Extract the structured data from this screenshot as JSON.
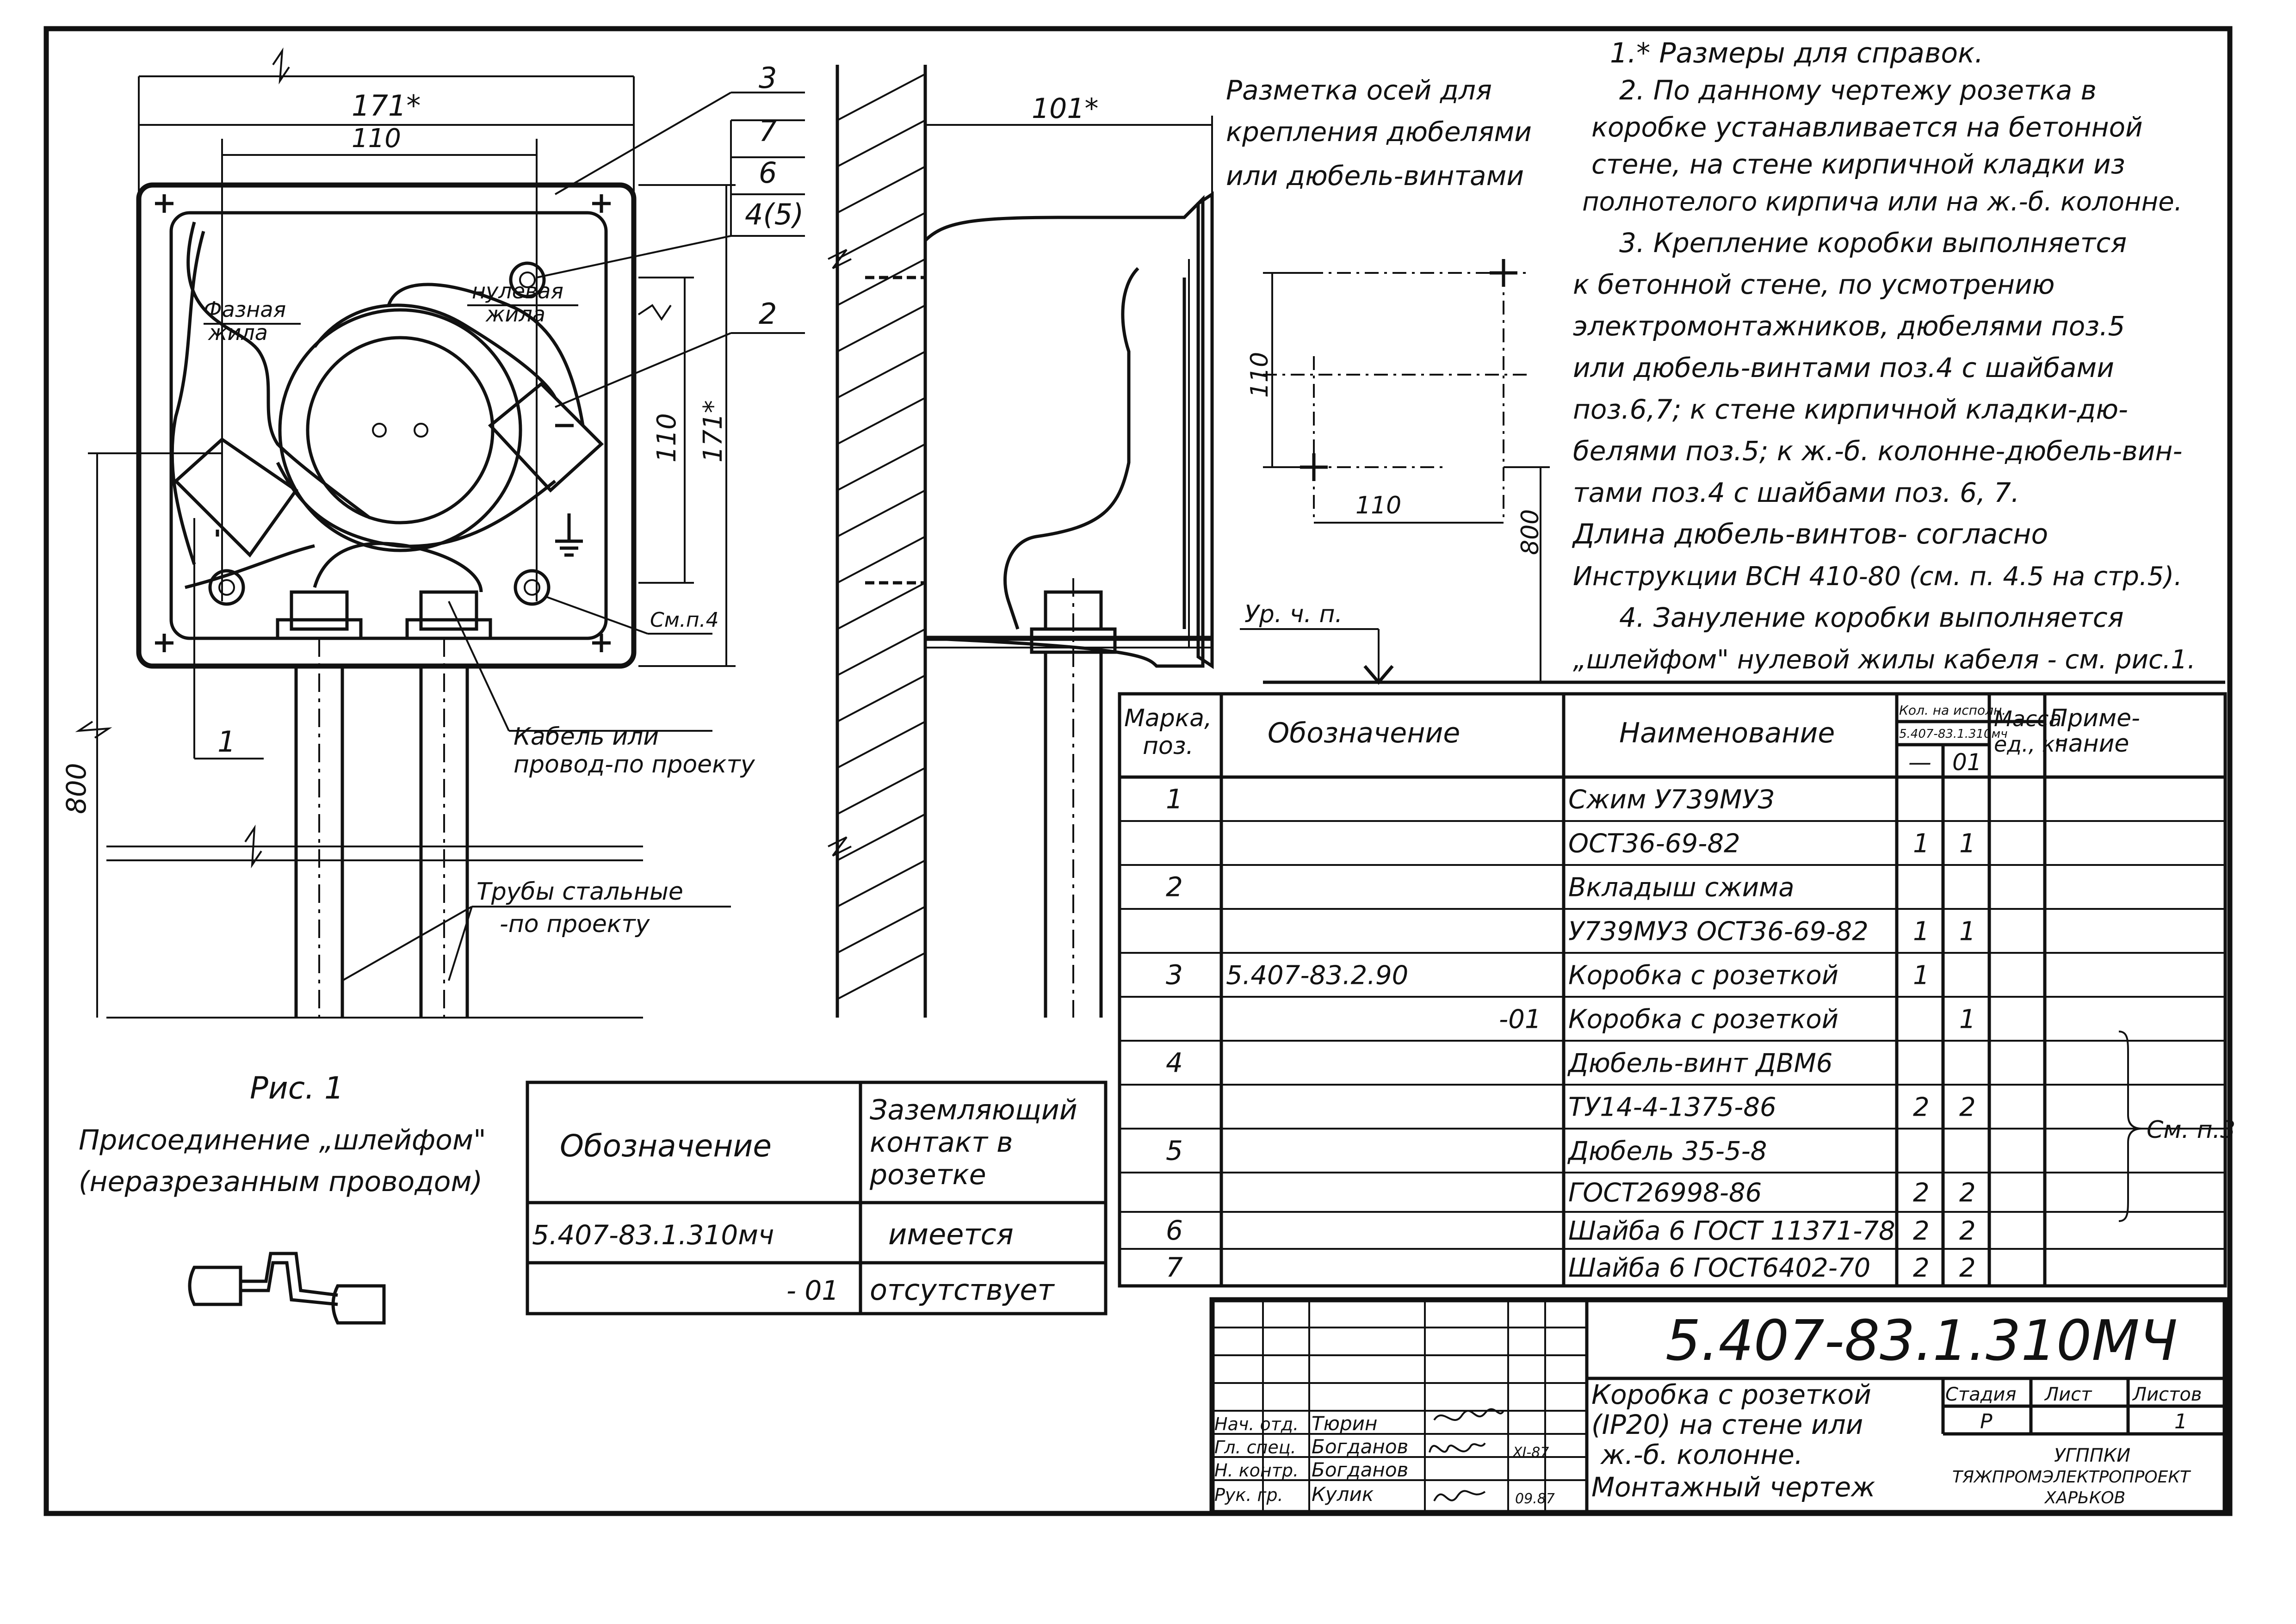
{
  "notes": {
    "n1": "1.* Размеры для справок.",
    "n2a": "2. По данному чертежу розетка в",
    "n2b": "коробке устанавливается на бетонной",
    "n2c": "стене, на стене кирпичной кладки из",
    "n2d": "полнотелого кирпича или на ж.-б. колонне.",
    "n3a": "3. Крепление коробки выполняется",
    "n3b": "к бетонной стене, по усмотрению",
    "n3c": "электромонтажников, дюбелями поз.5",
    "n3d": "или дюбель-винтами поз.4 с шайбами",
    "n3e": "поз.6,7; к стене кирпичной кладки-дю-",
    "n3f": "белями поз.5; к ж.-б. колонне-дюбель-вин-",
    "n3g": "тами поз.4 с шайбами поз. 6, 7.",
    "n3h": "Длина дюбель-винтов- согласно",
    "n3i": "Инструкции ВСН 410-80 (см. п. 4.5 на стр.5).",
    "n4a": "4. Зануление коробки выполняется",
    "n4b": "„шлейфом\" нулевой жилы кабеля - см. рис.1."
  },
  "front_view": {
    "dim_171_top": "171*",
    "dim_110_top": "110",
    "dim_110_side": "110",
    "dim_171_side": "171*",
    "dim_800": "800",
    "label_phase": "Фазная",
    "label_phase2": "жила",
    "label_neutral": "нулевая",
    "label_neutral2": "жила",
    "callout_3": "3",
    "callout_7": "7",
    "callout_6": "6",
    "callout_45": "4(5)",
    "callout_2": "2",
    "callout_1": "1",
    "see_p4": "См.п.4",
    "cable_label": "Кабель или",
    "cable_label2": "провод-по проекту",
    "pipes_label": "Трубы стальные",
    "pipes_label2": "-по проекту"
  },
  "side_view": {
    "dim_101": "101*",
    "floor_level": "Ур. ч. п."
  },
  "axis_marking": {
    "title1": "Разметка осей для",
    "title2": "крепления дюбелями",
    "title3": "или дюбель-винтами",
    "dim_110_v": "110",
    "dim_110_h": "110",
    "dim_800": "800"
  },
  "fig1": {
    "caption": "Рис. 1",
    "desc1": "Присоединение „шлейфом\"",
    "desc2": "(неразрезанным проводом)"
  },
  "contact_table": {
    "header_designation": "Обозначение",
    "header_contact1": "Заземляющий",
    "header_contact2": "контакт в",
    "header_contact3": "розетке",
    "rows": [
      {
        "designation": "5.407-83.1.310мч",
        "value": "имеется"
      },
      {
        "designation": "- 01",
        "value": "отсутствует"
      }
    ]
  },
  "spec_table": {
    "h_mark1": "Марка,",
    "h_mark2": "поз.",
    "h_designation": "Обозначение",
    "h_name": "Наименование",
    "h_qty1": "Кол. на исполн.",
    "h_qty2": "5.407-83.1.310мч",
    "h_qty_a": "—",
    "h_qty_b": "01",
    "h_mass1": "Масса",
    "h_mass2": "ед., кг",
    "h_note1": "Приме-",
    "h_note2": "чание",
    "rows": [
      {
        "mark": "1",
        "designation": "",
        "name": "Сжим У739МУЗ",
        "q1": "",
        "q2": ""
      },
      {
        "mark": "",
        "designation": "",
        "name": "ОСТ36-69-82",
        "q1": "1",
        "q2": "1"
      },
      {
        "mark": "2",
        "designation": "",
        "name": "Вкладыш сжима",
        "q1": "",
        "q2": ""
      },
      {
        "mark": "",
        "designation": "",
        "name": "У739МУЗ ОСТ36-69-82",
        "q1": "1",
        "q2": "1"
      },
      {
        "mark": "3",
        "designation": "5.407-83.2.90",
        "name": "Коробка с розеткой",
        "q1": "1",
        "q2": ""
      },
      {
        "mark": "",
        "designation": "-01",
        "name": "Коробка с розеткой",
        "q1": "",
        "q2": "1"
      },
      {
        "mark": "4",
        "designation": "",
        "name": "Дюбель-винт ДВМ6",
        "q1": "",
        "q2": ""
      },
      {
        "mark": "",
        "designation": "",
        "name": "ТУ14-4-1375-86",
        "q1": "2",
        "q2": "2"
      },
      {
        "mark": "5",
        "designation": "",
        "name": "Дюбель 35-5-8",
        "q1": "",
        "q2": ""
      },
      {
        "mark": "",
        "designation": "",
        "name": "ГОСТ26998-86",
        "q1": "2",
        "q2": "2"
      },
      {
        "mark": "6",
        "designation": "",
        "name": "Шайба 6 ГОСТ 11371-78",
        "q1": "2",
        "q2": "2"
      },
      {
        "mark": "7",
        "designation": "",
        "name": "Шайба 6 ГОСТ6402-70",
        "q1": "2",
        "q2": "2"
      }
    ],
    "note_see": "См. п.3"
  },
  "title_block": {
    "doc_code": "5.407-83.1.310МЧ",
    "title1": "Коробка с розеткой",
    "title2": "(IP20) на стене или",
    "title3": "ж.-б. колонне.",
    "title4": "Монтажный чертеж",
    "stage_h": "Стадия",
    "sheet_h": "Лист",
    "sheets_h": "Листов",
    "stage": "Р",
    "sheets": "1",
    "org1": "УГППКИ",
    "org2": "ТЯЖПРОМЭЛЕКТРОПРОЕКТ",
    "org3": "ХАРЬКОВ",
    "date": "XI-87",
    "date2": "09.87",
    "people": [
      {
        "role": "Нач. отд.",
        "name": "Тюрин"
      },
      {
        "role": "Гл. спец.",
        "name": "Богданов"
      },
      {
        "role": "Н. контр.",
        "name": "Богданов"
      },
      {
        "role": "Рук. гр.",
        "name": "Кулик"
      }
    ]
  }
}
